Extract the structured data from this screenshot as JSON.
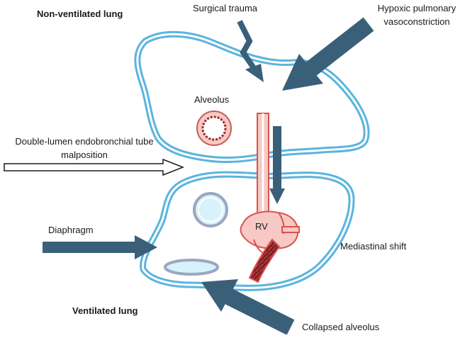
{
  "labels": {
    "non_ventilated": "Non-ventilated lung",
    "surgical_trauma": "Surgical trauma",
    "hpv_line1": "Hypoxic pulmonary",
    "hpv_line2": "vasoconstriction",
    "alveolus": "Alveolus",
    "dlt_line1": "Double-lumen endobronchial tube",
    "dlt_line2": "malposition",
    "rv": "RV",
    "diaphragm": "Diaphragm",
    "mediastinal_shift": "Mediastinal shift",
    "ventilated": "Ventilated lung",
    "collapsed_alveolus": "Collapsed alveolus"
  },
  "colors": {
    "lung_outline": "#5ab4de",
    "arrow_dark": "#3a5f78",
    "vessel_red": "#d9534f",
    "vessel_pink": "#f6c9c4",
    "alveolus_gray": "#9aa7bd",
    "alveolus_fill": "#d9f1fb"
  }
}
